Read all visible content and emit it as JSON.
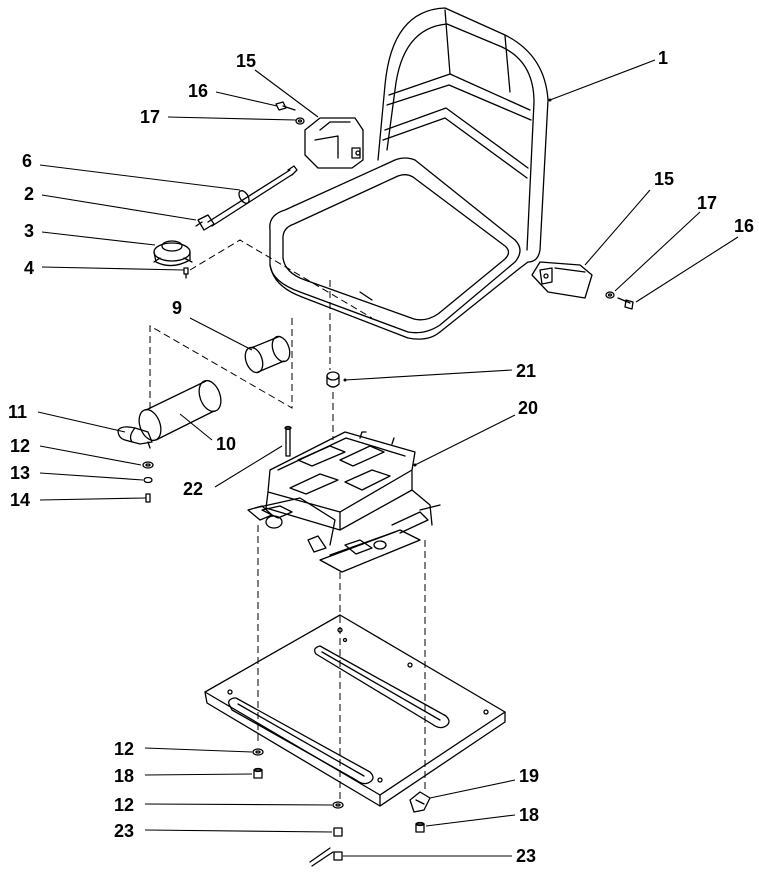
{
  "callouts": [
    {
      "id": "c1",
      "text": "1"
    },
    {
      "id": "c15a",
      "text": "15"
    },
    {
      "id": "c16a",
      "text": "16"
    },
    {
      "id": "c17a",
      "text": "17"
    },
    {
      "id": "c6",
      "text": "6"
    },
    {
      "id": "c2",
      "text": "2"
    },
    {
      "id": "c3",
      "text": "3"
    },
    {
      "id": "c4",
      "text": "4"
    },
    {
      "id": "c15b",
      "text": "15"
    },
    {
      "id": "c17b",
      "text": "17"
    },
    {
      "id": "c16b",
      "text": "16"
    },
    {
      "id": "c9",
      "text": "9"
    },
    {
      "id": "c21",
      "text": "21"
    },
    {
      "id": "c20",
      "text": "20"
    },
    {
      "id": "c11",
      "text": "11"
    },
    {
      "id": "c10",
      "text": "10"
    },
    {
      "id": "c12a",
      "text": "12"
    },
    {
      "id": "c13",
      "text": "13"
    },
    {
      "id": "c14",
      "text": "14"
    },
    {
      "id": "c22",
      "text": "22"
    },
    {
      "id": "c12b",
      "text": "12"
    },
    {
      "id": "c18a",
      "text": "18"
    },
    {
      "id": "c19",
      "text": "19"
    },
    {
      "id": "c12c",
      "text": "12"
    },
    {
      "id": "c18b",
      "text": "18"
    },
    {
      "id": "c23a",
      "text": "23"
    },
    {
      "id": "c23b",
      "text": "23"
    }
  ]
}
